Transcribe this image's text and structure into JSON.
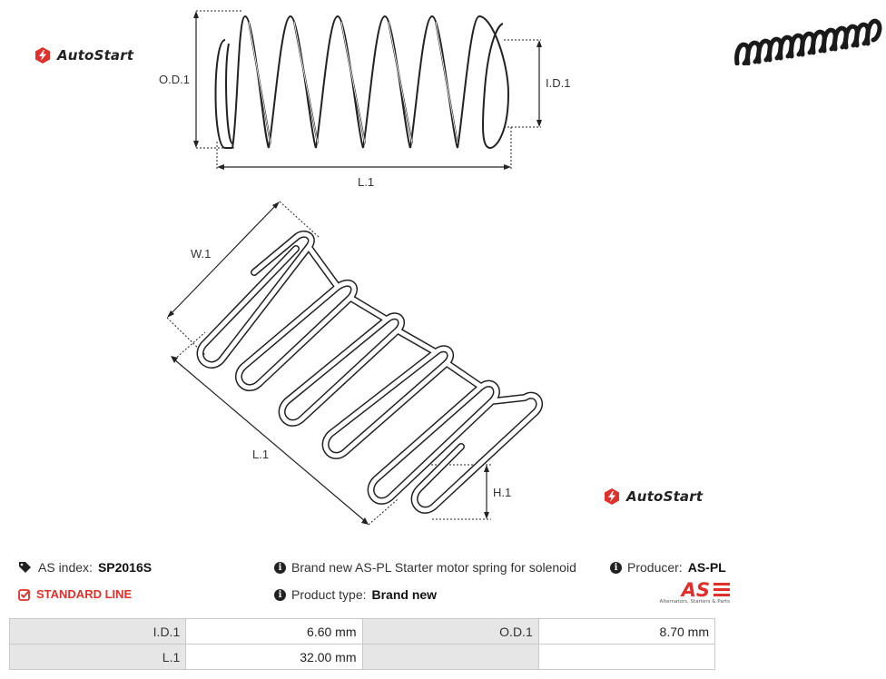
{
  "brand": {
    "name": "AutoStart",
    "accent": "#e0302b"
  },
  "diagram_top": {
    "od_label": "O.D.1",
    "id_label": "I.D.1",
    "l_label": "L.1"
  },
  "diagram_bottom": {
    "w_label": "W.1",
    "l_label": "L.1",
    "h_label": "H.1"
  },
  "info": {
    "as_index_label": "AS index:",
    "as_index_value": "SP2016S",
    "standard_line": "STANDARD LINE",
    "description": "Brand new AS-PL Starter motor spring for solenoid",
    "product_type_label": "Product type:",
    "product_type_value": "Brand new",
    "producer_label": "Producer:",
    "producer_value": "AS-PL",
    "producer_logo_text": "AS",
    "producer_logo_tagline": "Alternators, Starters & Parts"
  },
  "specs": [
    {
      "label": "I.D.1",
      "value": "6.60 mm",
      "label2": "O.D.1",
      "value2": "8.70 mm"
    },
    {
      "label": "L.1",
      "value": "32.00 mm",
      "label2": "",
      "value2": ""
    }
  ],
  "icons": {
    "tag": "tag-icon",
    "check": "checkbox-icon",
    "info": "info-icon"
  }
}
